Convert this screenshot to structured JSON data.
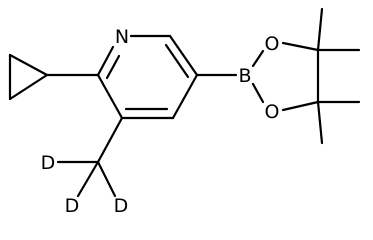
{
  "molecule": {
    "atoms": {
      "nitrogen": "N",
      "boron": "B",
      "oxygen_top": "O",
      "oxygen_bottom": "O",
      "deuterium_left": "D",
      "deuterium_bottom_left": "D",
      "deuterium_bottom_right": "D"
    }
  }
}
